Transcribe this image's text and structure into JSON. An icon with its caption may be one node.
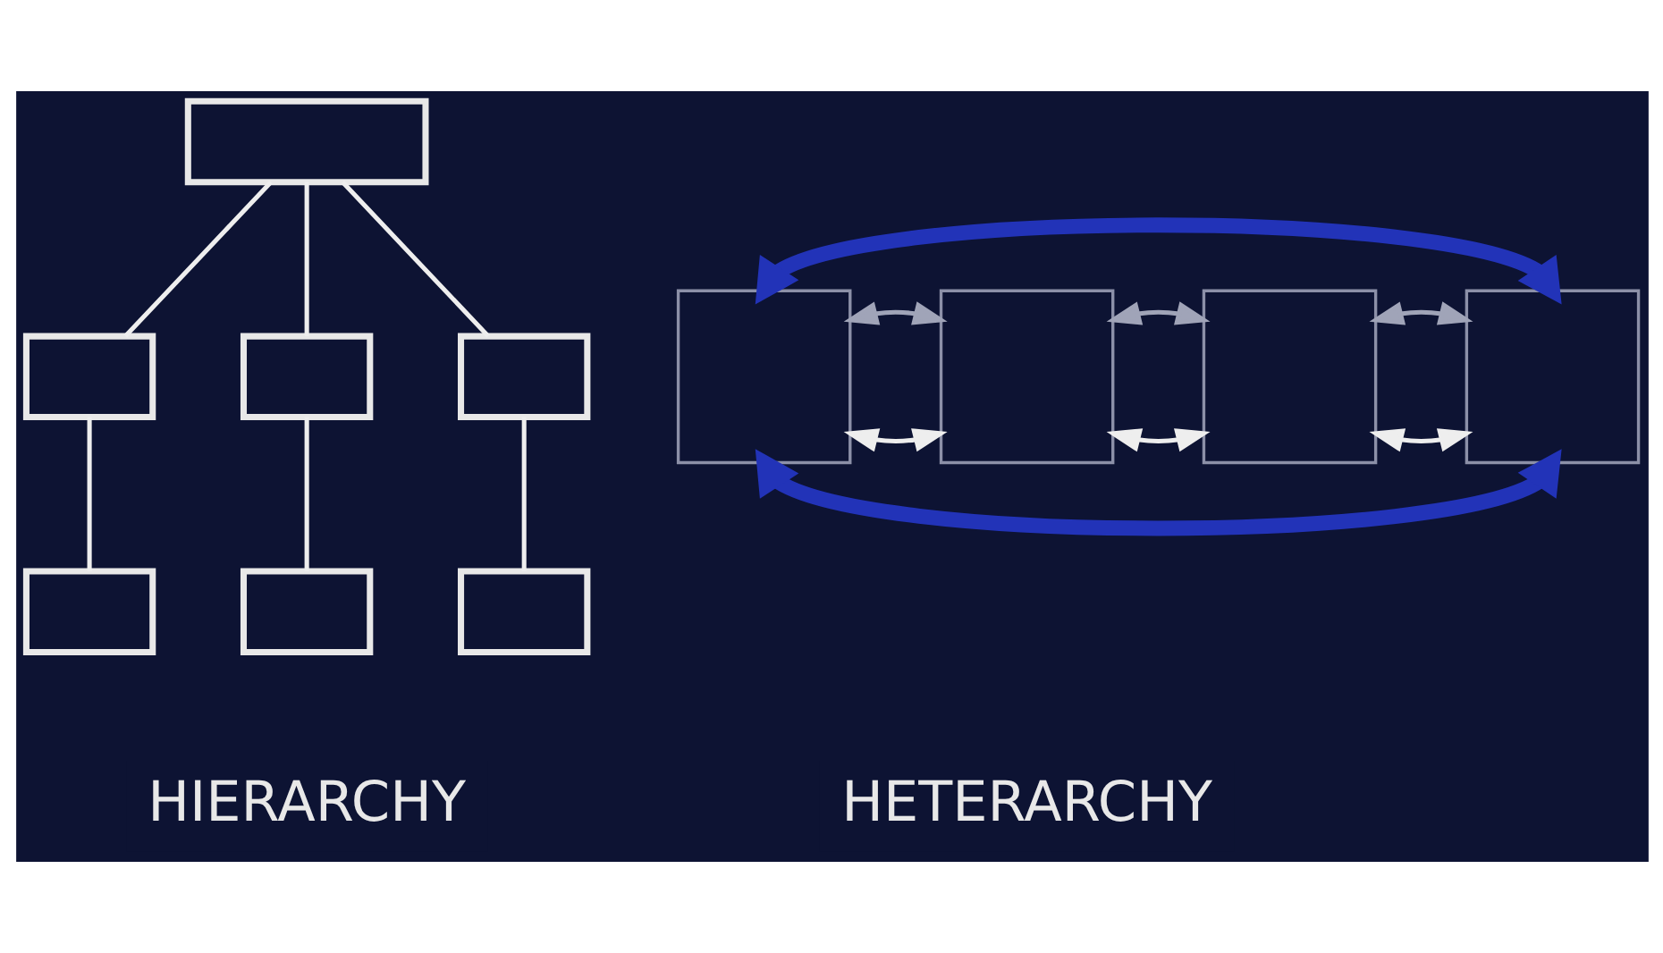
{
  "diagram": {
    "nodes": [
      {
        "text": [],
        "shape": "box"
      },
      {
        "text": [],
        "shape": "box"
      },
      {
        "text": [],
        "shape": "box"
      },
      {
        "text": [],
        "shape": "box"
      },
      {
        "text": [],
        "shape": "box"
      },
      {
        "text": [],
        "shape": "box"
      },
      {
        "text": [],
        "shape": "box"
      },
      {
        "text": [],
        "shape": "box"
      },
      {
        "text": [],
        "shape": "box"
      },
      {
        "text": [],
        "shape": "box"
      },
      {
        "text": [],
        "shape": "box"
      }
    ],
    "edges": [
      {
        "from": 0,
        "to": 1,
        "arrow": "none"
      },
      {
        "from": 0,
        "to": 2,
        "arrow": "none"
      },
      {
        "from": 0,
        "to": 3,
        "arrow": "none"
      },
      {
        "from": 1,
        "to": 4,
        "arrow": "none"
      },
      {
        "from": 2,
        "to": 5,
        "arrow": "none"
      },
      {
        "from": 3,
        "to": 6,
        "arrow": "none"
      },
      {
        "from": 7,
        "to": 8,
        "arrow": "both"
      },
      {
        "from": 8,
        "to": 9,
        "arrow": "both"
      },
      {
        "from": 9,
        "to": 10,
        "arrow": "both"
      },
      {
        "from": 7,
        "to": 8,
        "arrow": "both",
        "color": "#a0a4b8"
      },
      {
        "from": 8,
        "to": 9,
        "arrow": "both",
        "color": "#a0a4b8"
      },
      {
        "from": 9,
        "to": 10,
        "arrow": "both",
        "color": "#a0a4b8"
      },
      {
        "from": 7,
        "to": 10,
        "arrow": "both",
        "style": "thick",
        "color": "#2233b8"
      },
      {
        "from": 7,
        "to": 10,
        "arrow": "both",
        "style": "thick",
        "color": "#2233b8"
      }
    ],
    "labels": [
      "HIERARCHY",
      "HETERARCHY"
    ]
  }
}
